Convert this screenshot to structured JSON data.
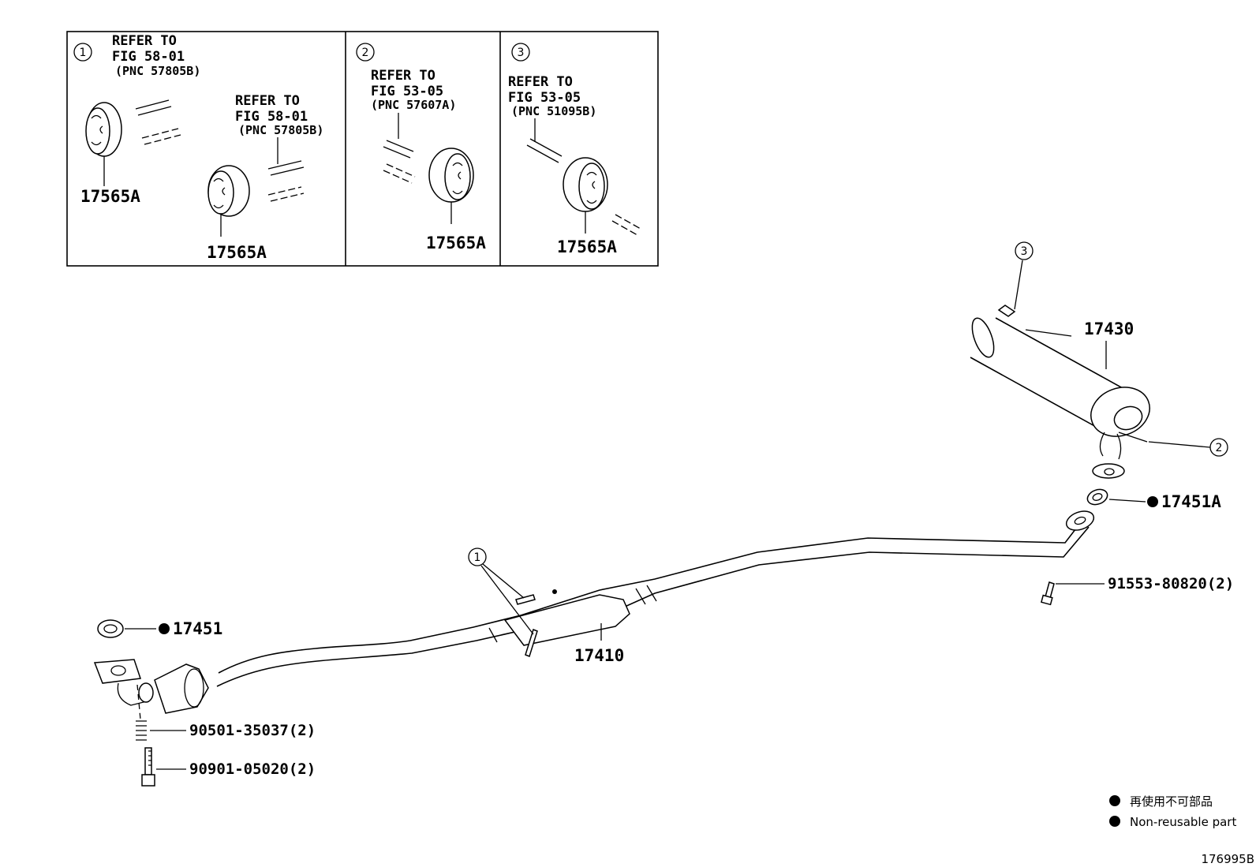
{
  "inset": {
    "panel1": {
      "badge": "1",
      "refer_a": [
        "REFER TO",
        "FIG 58-01",
        "(PNC 57805B)"
      ],
      "refer_b": [
        "REFER TO",
        "FIG 58-01",
        "(PNC 57805B)"
      ],
      "part_a": "17565A",
      "part_b": "17565A"
    },
    "panel2": {
      "badge": "2",
      "refer": [
        "REFER TO",
        "FIG 53-05",
        "(PNC 57607A)"
      ],
      "part": "17565A"
    },
    "panel3": {
      "badge": "3",
      "refer": [
        "REFER TO",
        "FIG 53-05",
        "(PNC 51095B)"
      ],
      "part": "17565A"
    }
  },
  "callouts": {
    "c1": "1",
    "c2": "2",
    "c3": "3"
  },
  "parts": {
    "muffler": "17430",
    "gasket_rear": "17451A",
    "bolt_rear": "91553-80820(2)",
    "pipe": "17410",
    "gasket_front": "17451",
    "spring": "90501-35037(2)",
    "bolt_front": "90901-05020(2)"
  },
  "legend": {
    "line1": "再使用不可部品",
    "line2": "Non-reusable part"
  },
  "figure_id": "176995B"
}
